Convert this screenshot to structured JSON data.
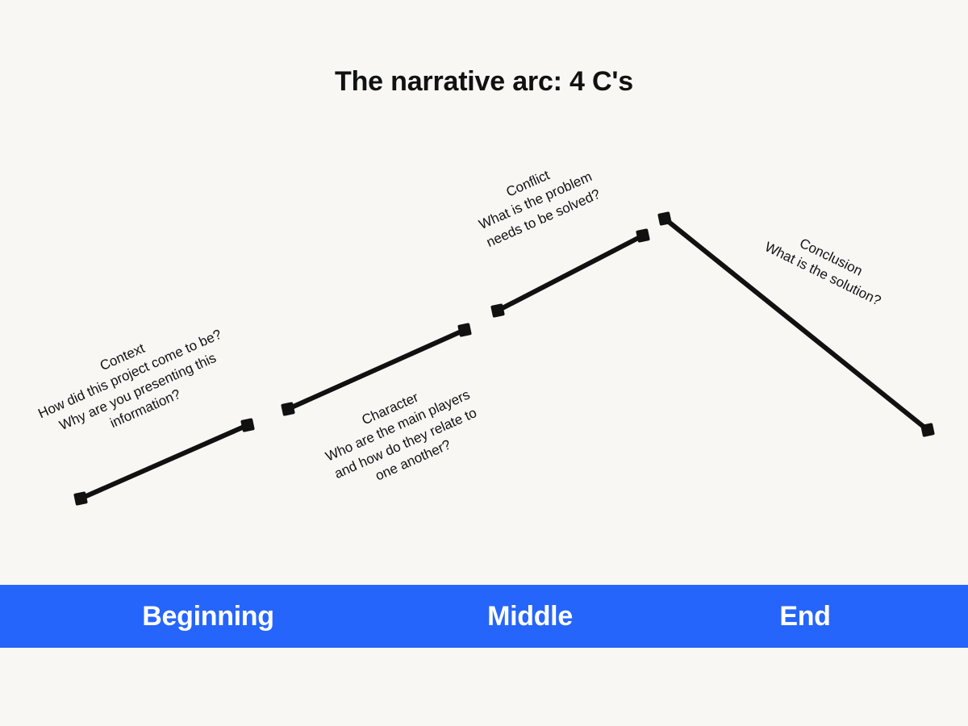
{
  "slide": {
    "title": "The narrative arc: 4 C's",
    "background_color": "#f8f7f4",
    "line_color": "#111111",
    "accent_color": "#2665fb"
  },
  "segments": [
    {
      "key": "context",
      "heading": "Context",
      "question": "How did this project come to be?\nWhy are you presenting this\ninformation?",
      "text": "Context\nHow did this project come to be?\nWhy are you presenting this\ninformation?",
      "stage": "Beginning"
    },
    {
      "key": "character",
      "heading": "Character",
      "question": "Who are the main players\nand how do they relate to\none another?",
      "text": "Character\nWho are the main players\nand how do they relate to\none another?",
      "stage": "Beginning"
    },
    {
      "key": "conflict",
      "heading": "Conflict",
      "question": "What is the problem\nneeds to be solved?",
      "text": "Conflict\nWhat is the problem\nneeds to be solved?",
      "stage": "Middle"
    },
    {
      "key": "conclusion",
      "heading": "Conclusion",
      "question": "What is the solution?",
      "text": "Conclusion\nWhat is the solution?",
      "stage": "End"
    }
  ],
  "footer": {
    "stages": [
      {
        "key": "beginning",
        "label": "Beginning"
      },
      {
        "key": "middle",
        "label": "Middle"
      },
      {
        "key": "end",
        "label": "End"
      }
    ]
  },
  "chart_data": {
    "type": "line",
    "title": "The narrative arc: 4 C's",
    "xlabel": "",
    "ylabel": "",
    "grid": false,
    "legend": "none",
    "note": "Four disconnected rising/falling segments forming a narrative arc; y is inverted screen space (smaller = higher on slide).",
    "segments": [
      {
        "name": "Context",
        "start": [
          100,
          618
        ],
        "end": [
          307,
          527
        ]
      },
      {
        "name": "Character",
        "start": [
          357,
          507
        ],
        "end": [
          576,
          409
        ]
      },
      {
        "name": "Conflict",
        "start": [
          617,
          385
        ],
        "end": [
          797,
          292
        ]
      },
      {
        "name": "Conclusion",
        "start": [
          824,
          271
        ],
        "end": [
          1150,
          533
        ]
      }
    ],
    "markers": [
      [
        100,
        618
      ],
      [
        307,
        527
      ],
      [
        357,
        507
      ],
      [
        576,
        409
      ],
      [
        617,
        385
      ],
      [
        797,
        292
      ],
      [
        824,
        271
      ],
      [
        1150,
        533
      ]
    ]
  }
}
